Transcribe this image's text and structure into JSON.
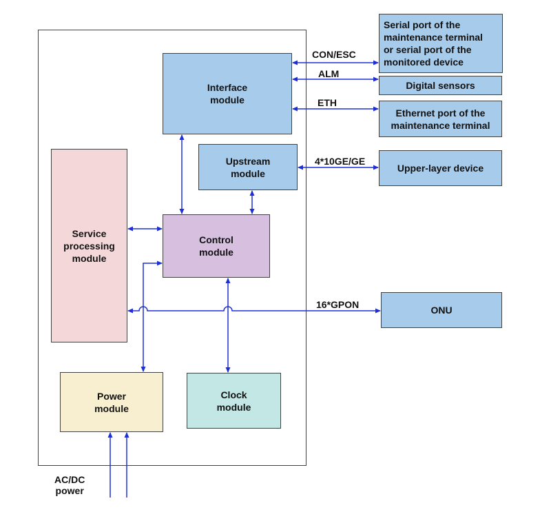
{
  "modules": {
    "interface": "Interface\nmodule",
    "upstream": "Upstream\nmodule",
    "service": "Service\nprocessing\nmodule",
    "control": "Control\nmodule",
    "power": "Power\nmodule",
    "clock": "Clock\nmodule"
  },
  "external": {
    "serial_port": "Serial port of the\nmaintenance terminal\nor serial port of the\nmonitored device",
    "digital_sensors": "Digital sensors",
    "ethernet_port": "Ethernet port of the\nmaintenance terminal",
    "upper_layer": "Upper-layer device",
    "onu": "ONU"
  },
  "links": {
    "con_esc": "CON/ESC",
    "alm": "ALM",
    "eth": "ETH",
    "uplink": "4*10GE/GE",
    "gpon": "16*GPON",
    "power_input": "AC/DC\npower"
  },
  "colors": {
    "line": "#1f2fd6",
    "module_blue": "#a7cbeb",
    "service": "#f4d7d9",
    "control": "#d6bfdf",
    "power": "#f8efd0",
    "clock": "#c2e7e5"
  }
}
